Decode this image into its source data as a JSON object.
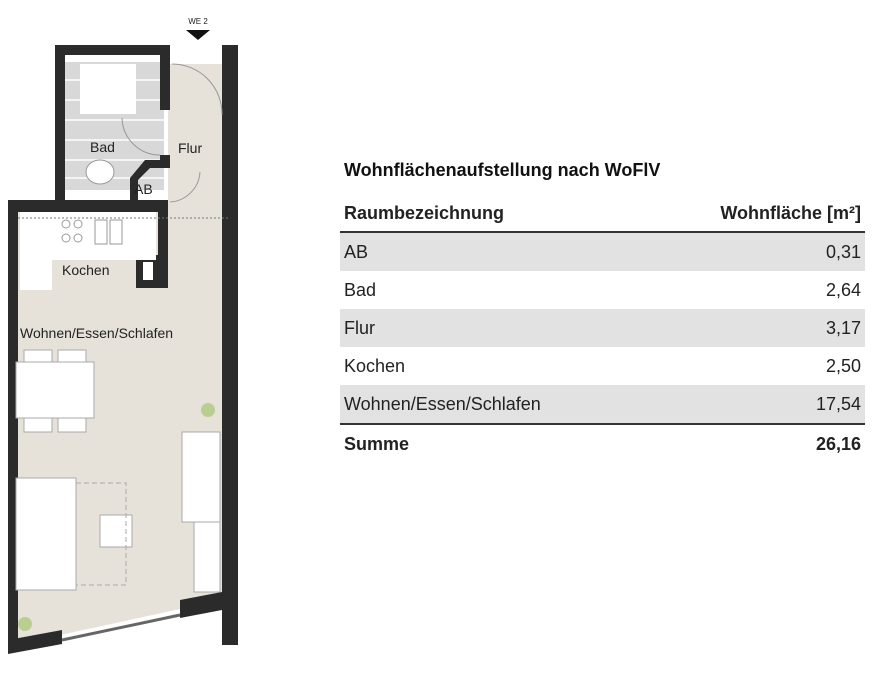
{
  "plan": {
    "unit_label": "WE 2",
    "rooms": {
      "bad": "Bad",
      "flur": "Flur",
      "ab": "AB",
      "kochen": "Kochen",
      "wohnen": "Wohnen/Essen/Schlafen"
    }
  },
  "table": {
    "title": "Wohnflächenaufstellung nach WoFlV",
    "headers": [
      "Raumbezeichnung",
      "Wohnfläche [m²]"
    ],
    "rows": [
      {
        "room": "AB",
        "area": "0,31"
      },
      {
        "room": "Bad",
        "area": "2,64"
      },
      {
        "room": "Flur",
        "area": "3,17"
      },
      {
        "room": "Kochen",
        "area": "2,50"
      },
      {
        "room": "Wohnen/Essen/Schlafen",
        "area": "17,54"
      }
    ],
    "total": {
      "label": "Summe",
      "area": "26,16"
    }
  }
}
